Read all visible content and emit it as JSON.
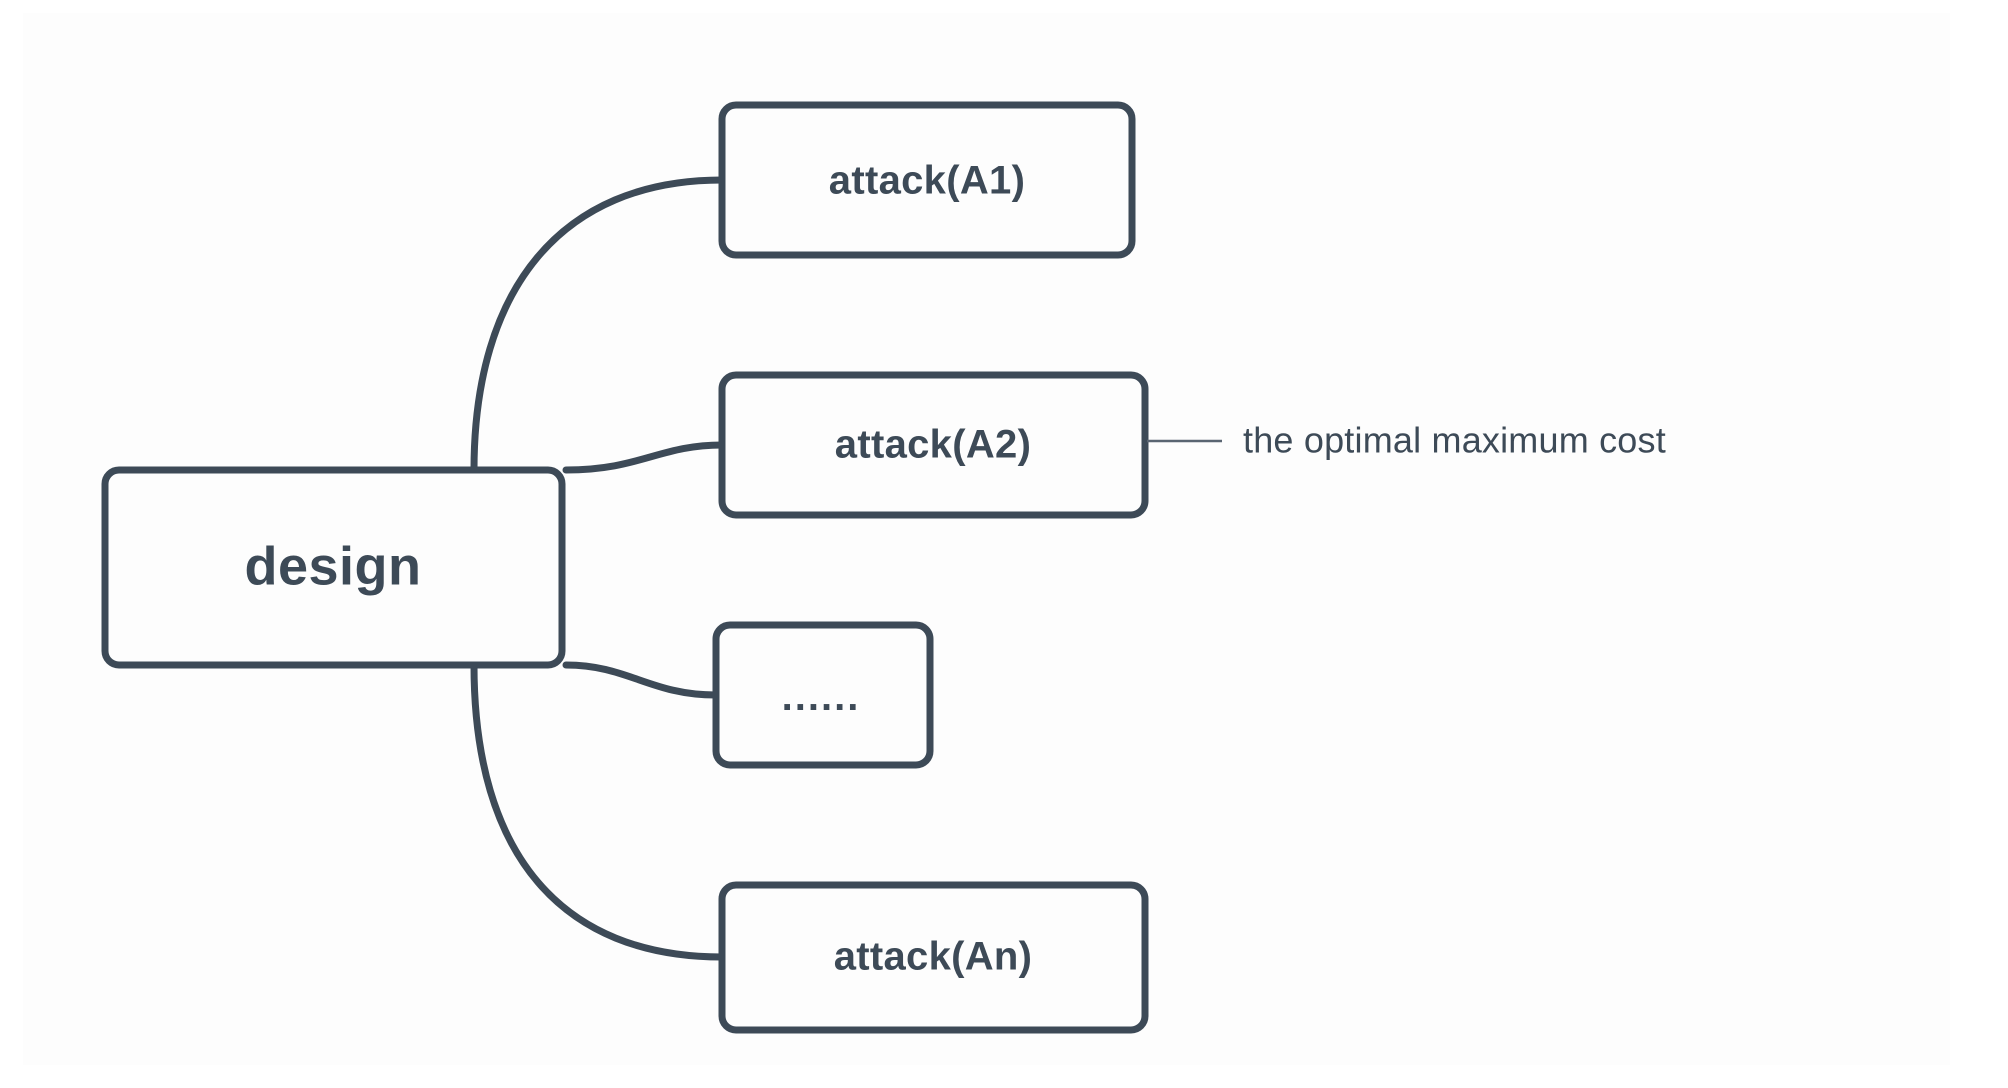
{
  "diagram": {
    "type": "mind-map",
    "background_color": "#ffffff",
    "canvas_color": "#fdfdfd",
    "stroke_color": "#3d4a57",
    "text_color": "#3d4a57",
    "root": {
      "label": "design"
    },
    "branches": [
      {
        "id": "a1",
        "label": "attack(A1)"
      },
      {
        "id": "a2",
        "label": "attack(A2)"
      },
      {
        "id": "more",
        "label": "......"
      },
      {
        "id": "an",
        "label": "attack(An)"
      }
    ],
    "annotations": [
      {
        "id": "optimal-cost",
        "attached_to": "a2",
        "text": "the optimal maximum cost"
      }
    ]
  }
}
